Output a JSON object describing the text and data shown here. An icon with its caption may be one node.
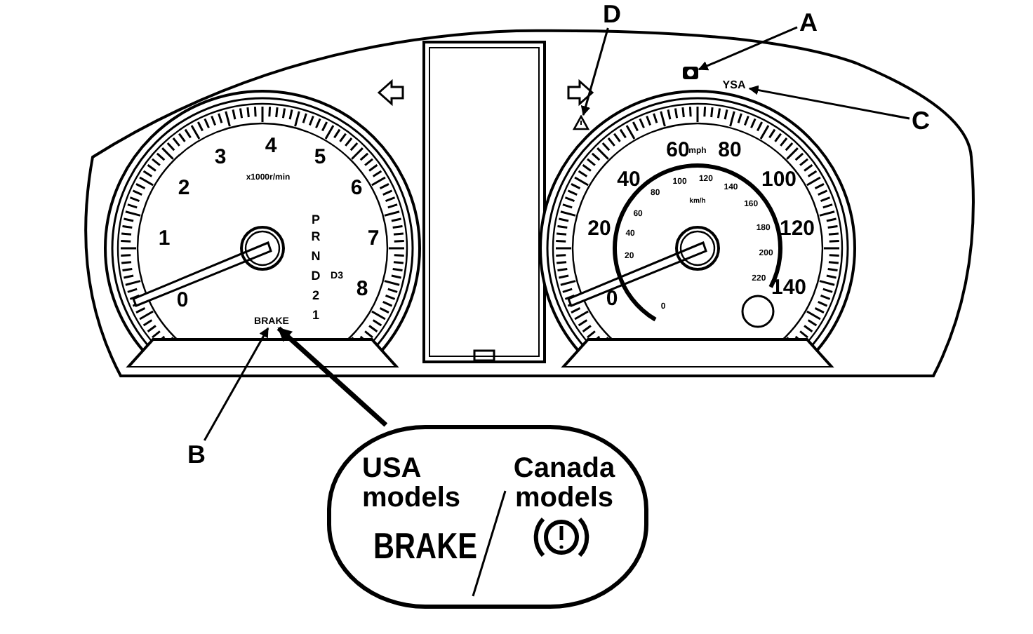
{
  "diagram": {
    "nodes": [
      {
        "text": [
          "A"
        ]
      },
      {
        "text": [
          "B"
        ]
      },
      {
        "text": [
          "C"
        ]
      },
      {
        "text": [
          "D"
        ]
      },
      {
        "text": [
          "USA models",
          "BRAKE",
          "Canada models"
        ]
      },
      {
        "text": [],
        "shape": "icon"
      },
      {
        "text": [
          "BRAKE"
        ]
      },
      {
        "text": [
          "YSA"
        ]
      },
      {
        "text": [],
        "shape": "triangle"
      }
    ],
    "edges": [
      {
        "from": 0,
        "to": 5,
        "arrow": "to"
      },
      {
        "from": 1,
        "to": 6,
        "arrow": "to"
      },
      {
        "from": 2,
        "to": 7,
        "arrow": "to"
      },
      {
        "from": 3,
        "to": 8,
        "arrow": "to"
      },
      {
        "from": 4,
        "to": 6,
        "arrow": "to",
        "style": "thick"
      }
    ],
    "labels": [
      "0",
      "1",
      "2",
      "3",
      "4",
      "5",
      "6",
      "7",
      "8",
      "x1000r/min",
      "P",
      "R",
      "N",
      "D",
      "2",
      "1",
      "D3",
      "0",
      "20",
      "40",
      "60",
      "80",
      "100",
      "120",
      "140",
      "mph",
      "0",
      "20",
      "40",
      "60",
      "80",
      "100",
      "120",
      "140",
      "160",
      "180",
      "200",
      "220",
      "km/h"
    ]
  }
}
